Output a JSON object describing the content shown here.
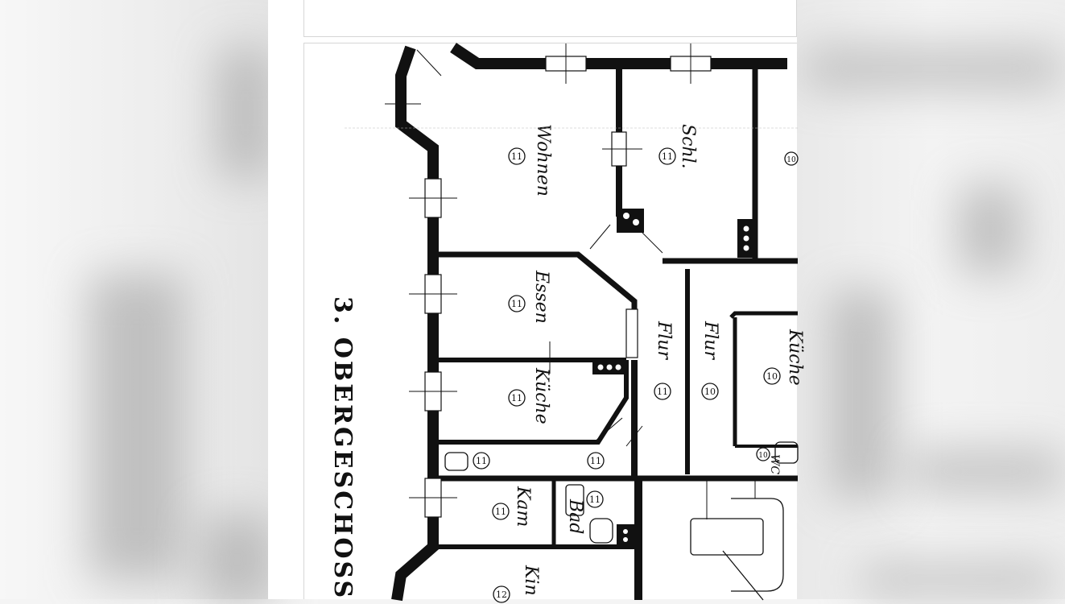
{
  "floor_title": "3. OBERGESCHOSS",
  "rooms": [
    {
      "label": "Wohnen",
      "number": "11"
    },
    {
      "label": "Schl.",
      "number": "11"
    },
    {
      "label": "Essen",
      "number": "11"
    },
    {
      "label": "Küche",
      "number": "11"
    },
    {
      "label": "Flur",
      "number": "11"
    },
    {
      "label": "Flur",
      "number": "10"
    },
    {
      "label": "Küche",
      "number": "10"
    },
    {
      "label": "WC",
      "number": "10"
    },
    {
      "label": "",
      "number": "11"
    },
    {
      "label": "",
      "number": "11"
    },
    {
      "label": "Kam",
      "number": "11"
    },
    {
      "label": "Bad",
      "number": "11"
    },
    {
      "label": "Kin",
      "number": "12"
    },
    {
      "label": "",
      "number": "10"
    }
  ],
  "colors": {
    "ink": "#111111",
    "paper": "#ffffff",
    "backdrop": "#f4f4f4"
  }
}
